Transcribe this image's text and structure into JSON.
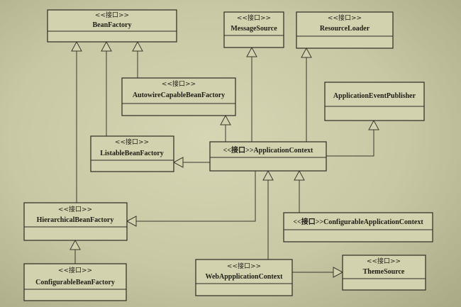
{
  "classes": {
    "bean_factory": {
      "stereotype": "<<接口>>",
      "name": "BeanFactory"
    },
    "message_source": {
      "stereotype": "<<接口>>",
      "name": "MessageSource"
    },
    "resource_loader": {
      "stereotype": "<<接口>>",
      "name": "ResourceLoader"
    },
    "autowire_factory": {
      "stereotype": "<<接口>>",
      "name": "AutowireCapableBeanFactory"
    },
    "event_publisher": {
      "stereotype": "",
      "name": "ApplicationEventPublisher"
    },
    "listable_factory": {
      "stereotype": "<<接口>>",
      "name": "ListableBeanFactory"
    },
    "app_context": {
      "stereotype": "",
      "name": "<<接口>>ApplicationContext"
    },
    "hierarchical_factory": {
      "stereotype": "<<接口>>",
      "name": "HierarchicalBeanFactory"
    },
    "configurable_app_ctx": {
      "stereotype": "",
      "name": "<<接口>>ConfigurableApplicationContext"
    },
    "configurable_factory": {
      "stereotype": "<<接口>>",
      "name": "ConfigurableBeanFactory"
    },
    "web_app_ctx": {
      "stereotype": "<<接口>>",
      "name": "WebAppplicationContext"
    },
    "theme_source": {
      "stereotype": "<<接口>>",
      "name": "ThemeSource"
    }
  },
  "relations": [
    {
      "from": "autowire_factory",
      "to": "bean_factory",
      "type": "generalization"
    },
    {
      "from": "listable_factory",
      "to": "bean_factory",
      "type": "generalization"
    },
    {
      "from": "hierarchical_factory",
      "to": "bean_factory",
      "type": "generalization"
    },
    {
      "from": "configurable_factory",
      "to": "hierarchical_factory",
      "type": "generalization"
    },
    {
      "from": "app_context",
      "to": "message_source",
      "type": "generalization"
    },
    {
      "from": "app_context",
      "to": "resource_loader",
      "type": "generalization"
    },
    {
      "from": "app_context",
      "to": "autowire_factory",
      "type": "generalization"
    },
    {
      "from": "app_context",
      "to": "event_publisher",
      "type": "generalization"
    },
    {
      "from": "app_context",
      "to": "listable_factory",
      "type": "generalization"
    },
    {
      "from": "app_context",
      "to": "hierarchical_factory",
      "type": "generalization"
    },
    {
      "from": "configurable_app_ctx",
      "to": "app_context",
      "type": "generalization"
    },
    {
      "from": "web_app_ctx",
      "to": "app_context",
      "type": "generalization"
    },
    {
      "from": "web_app_ctx",
      "to": "theme_source",
      "type": "generalization"
    }
  ]
}
